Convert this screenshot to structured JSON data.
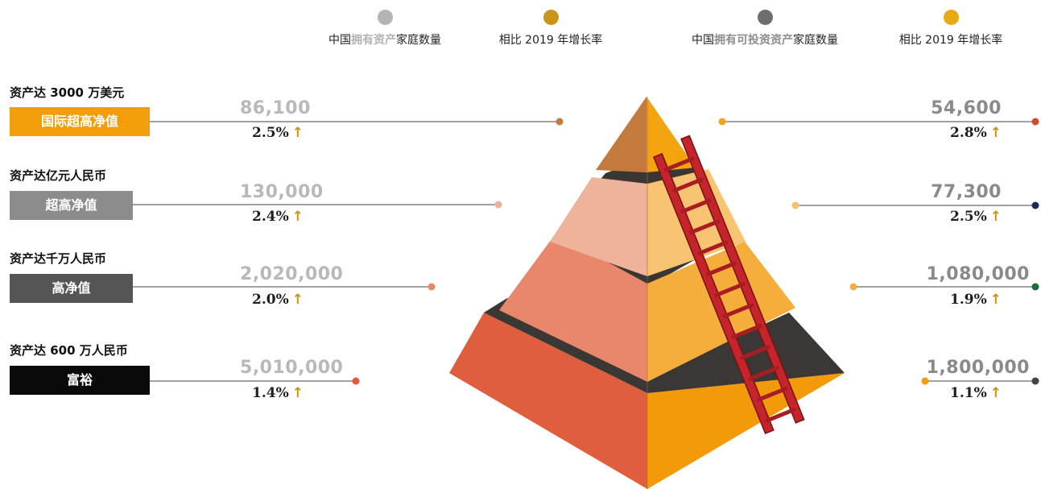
{
  "legend": {
    "item1": {
      "prefix": "中国",
      "highlight": "拥有资产",
      "suffix": "家庭数量",
      "color": "#b4b4b4"
    },
    "item2": {
      "label": "相比 2019 年增长率",
      "color": "#c9961a"
    },
    "item3": {
      "prefix": "中国",
      "highlight": "拥有可投资资产",
      "suffix": "家庭数量",
      "color": "#6e6e6e"
    },
    "item4": {
      "label": "相比 2019 年增长率",
      "color": "#e8aa12"
    }
  },
  "tiers": [
    {
      "title": "资产达 3000 万美元",
      "badge": "国际超高净值",
      "badge_color": "#f29d0a",
      "left_count": "86,100",
      "left_rate": "2.5%",
      "right_count": "54,600",
      "right_rate": "2.8%"
    },
    {
      "title": "资产达亿元人民币",
      "badge": "超高净值",
      "badge_color": "#8c8c8c",
      "left_count": "130,000",
      "left_rate": "2.4%",
      "right_count": "77,300",
      "right_rate": "2.5%"
    },
    {
      "title": "资产达千万人民币",
      "badge": "高净值",
      "badge_color": "#555555",
      "left_count": "2,020,000",
      "left_rate": "2.0%",
      "right_count": "1,080,000",
      "right_rate": "1.9%"
    },
    {
      "title": "资产达 600 万人民币",
      "badge": "富裕",
      "badge_color": "#0a0a0a",
      "left_count": "5,010,000",
      "left_rate": "1.4%",
      "right_count": "1,800,000",
      "right_rate": "1.1%"
    }
  ],
  "arrow_glyph": "↑"
}
